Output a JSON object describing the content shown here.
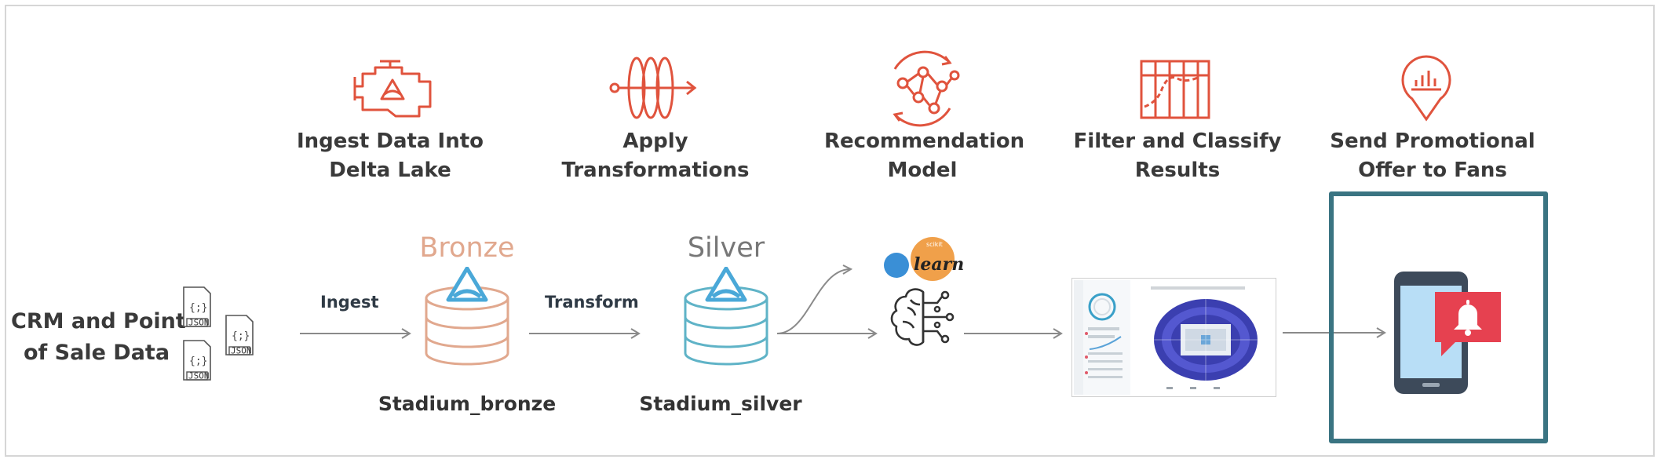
{
  "steps": [
    {
      "line1": "Ingest Data Into",
      "line2": "Delta Lake",
      "icon": "engine-delta-icon"
    },
    {
      "line1": "Apply",
      "line2": "Transformations",
      "icon": "transform-rings-icon"
    },
    {
      "line1": "Recommendation",
      "line2": "Model",
      "icon": "network-model-icon"
    },
    {
      "line1": "Filter and Classify",
      "line2": "Results",
      "icon": "filter-chart-icon"
    },
    {
      "line1": "Send Promotional",
      "line2": "Offer to Fans",
      "icon": "message-chart-icon"
    }
  ],
  "source": {
    "line1": "CRM and Point",
    "line2": "of Sale Data",
    "file_badge": "JSON"
  },
  "arrows": {
    "ingest": "Ingest",
    "transform": "Transform"
  },
  "bronze": {
    "tier": "Bronze",
    "table": "Stadium_bronze"
  },
  "silver": {
    "tier": "Silver",
    "table": "Stadium_silver"
  },
  "model": {
    "logo_text": "learn",
    "logo_small": "scikit"
  },
  "colors": {
    "accent": "#e0533d",
    "bronze": "#e1a88e",
    "silver": "#5fb3c7",
    "delta": "#4aa8d8",
    "highlight": "#3a7482",
    "arrow": "#8a8a8a"
  }
}
